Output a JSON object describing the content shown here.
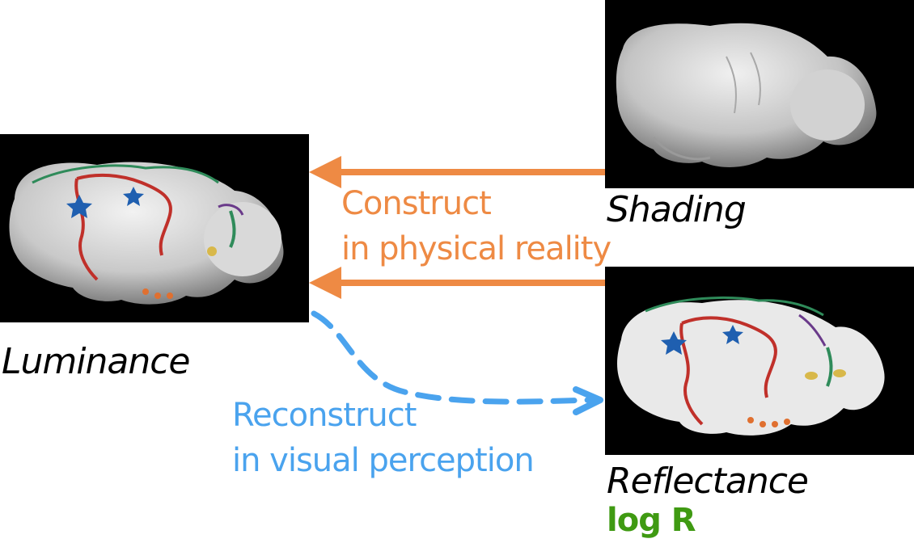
{
  "panels": {
    "luminance": {
      "caption": "Luminance"
    },
    "shading": {
      "caption": "Shading"
    },
    "reflectance": {
      "caption": "Reflectance",
      "sublabel": "log R"
    }
  },
  "arrows": {
    "construct": {
      "line1": "Construct",
      "line2": "in physical reality",
      "color": "#ee8a44"
    },
    "reconstruct": {
      "line1": "Reconstruct",
      "line2": "in visual perception",
      "color": "#4aa3ee"
    }
  },
  "colors": {
    "sublabel": "#3f9a12",
    "panel_background": "#000000"
  }
}
